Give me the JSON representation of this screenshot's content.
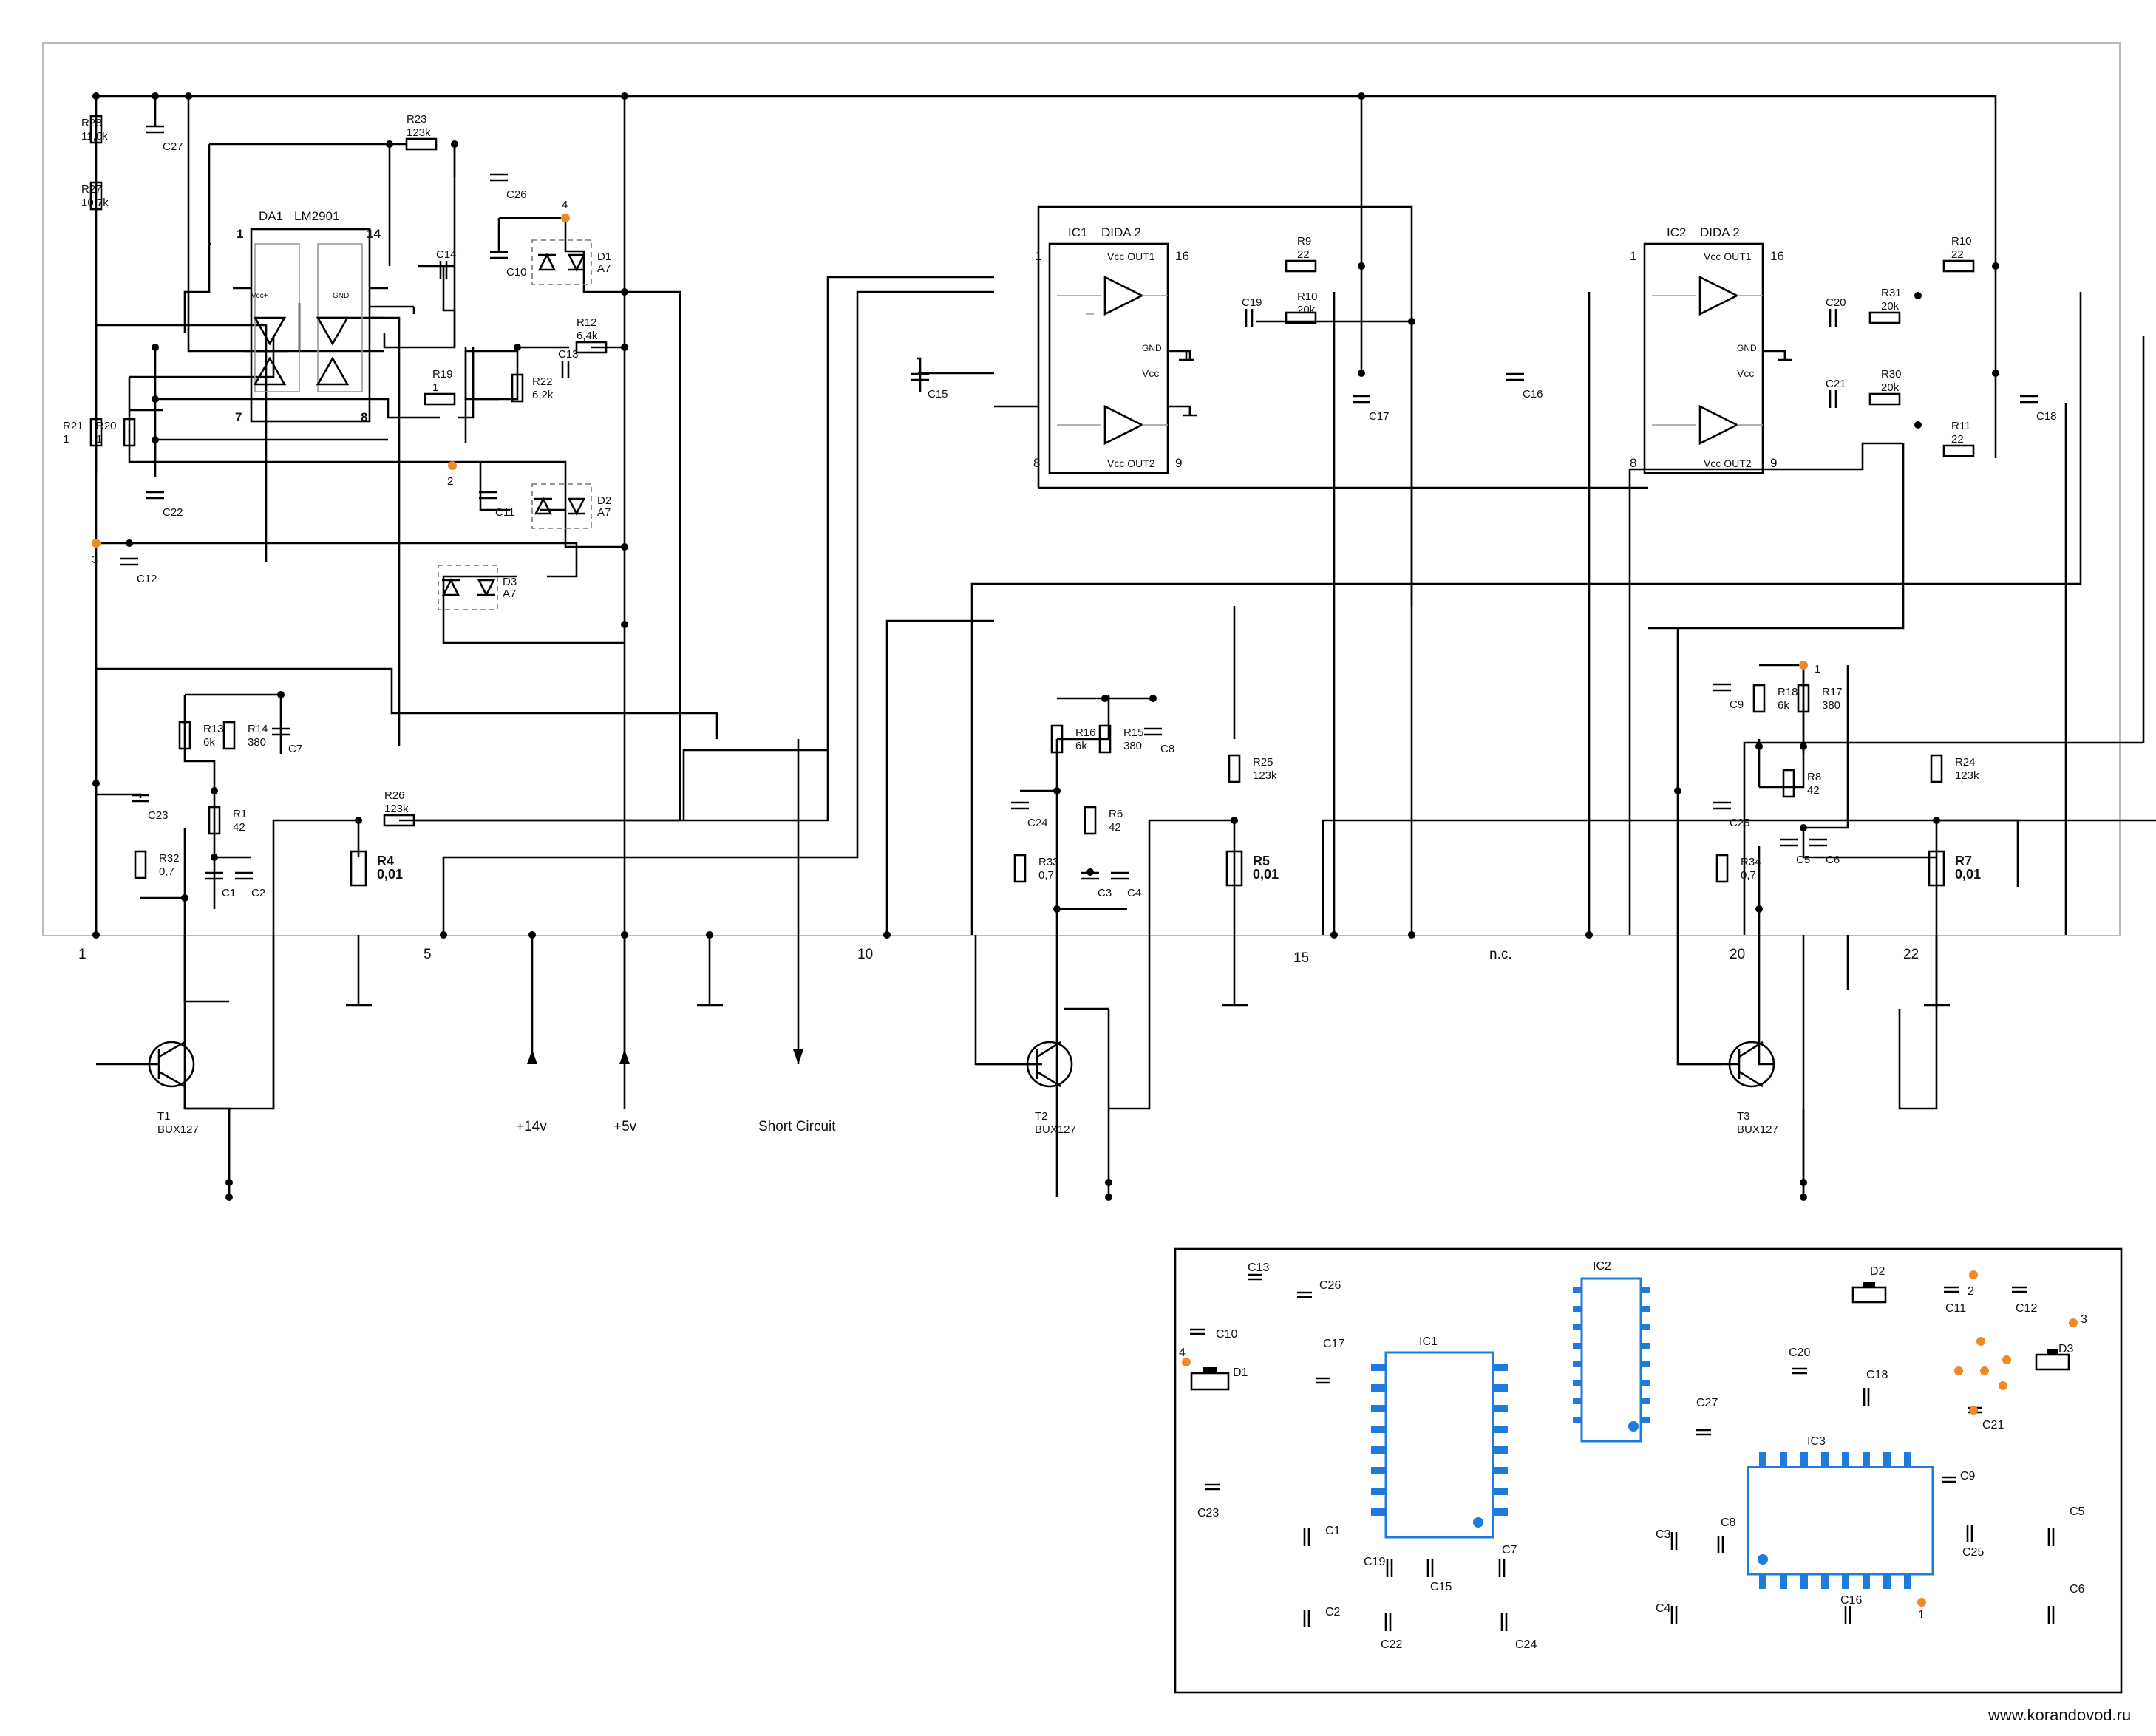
{
  "schematic": {
    "ics": [
      {
        "ref": "DA1",
        "part": "LM2901",
        "pins": [
          "1",
          "14",
          "7",
          "8"
        ],
        "inner": [
          "Vcc+",
          "GND"
        ]
      },
      {
        "ref": "IC1",
        "part": "DIDA 2",
        "pins": [
          "1",
          "16",
          "8",
          "9"
        ],
        "inner": [
          "Vcc OUT1",
          "GND",
          "Vcc",
          "Vcc OUT2"
        ]
      },
      {
        "ref": "IC2",
        "part": "DIDA 2",
        "pins": [
          "1",
          "16",
          "8",
          "9"
        ],
        "inner": [
          "Vcc OUT1",
          "GND",
          "Vcc",
          "Vcc OUT2"
        ]
      }
    ],
    "resistors": [
      {
        "ref": "R28",
        "value": "11,6k"
      },
      {
        "ref": "R27",
        "value": "10,7k"
      },
      {
        "ref": "R23",
        "value": "123k"
      },
      {
        "ref": "R12",
        "value": "6,4k"
      },
      {
        "ref": "R22",
        "value": "6,2k"
      },
      {
        "ref": "R19",
        "value": "1"
      },
      {
        "ref": "R21",
        "value": "1"
      },
      {
        "ref": "R20",
        "value": "1"
      },
      {
        "ref": "R13",
        "value": "6k"
      },
      {
        "ref": "R14",
        "value": "380"
      },
      {
        "ref": "R1",
        "value": "42"
      },
      {
        "ref": "R32",
        "value": "0,7"
      },
      {
        "ref": "R26",
        "value": "123k"
      },
      {
        "ref": "R4",
        "value": "0,01"
      },
      {
        "ref": "R9",
        "value": "22"
      },
      {
        "ref": "R10",
        "value": "20k"
      },
      {
        "ref": "R16",
        "value": "6k"
      },
      {
        "ref": "R15",
        "value": "380"
      },
      {
        "ref": "R6",
        "value": "42"
      },
      {
        "ref": "R33",
        "value": "0,7"
      },
      {
        "ref": "R25",
        "value": "123k"
      },
      {
        "ref": "R5",
        "value": "0,01"
      },
      {
        "ref": "R10",
        "value": "22"
      },
      {
        "ref": "R31",
        "value": "20k"
      },
      {
        "ref": "R30",
        "value": "20k"
      },
      {
        "ref": "R11",
        "value": "22"
      },
      {
        "ref": "R18",
        "value": "6k"
      },
      {
        "ref": "R17",
        "value": "380"
      },
      {
        "ref": "R8",
        "value": "42"
      },
      {
        "ref": "R34",
        "value": "0,7"
      },
      {
        "ref": "R24",
        "value": "123k"
      },
      {
        "ref": "R7",
        "value": "0,01"
      }
    ],
    "capacitors": [
      "C27",
      "C26",
      "C14",
      "C10",
      "C13",
      "C11",
      "C22",
      "C12",
      "C7",
      "C23",
      "C1",
      "C2",
      "C19",
      "C15",
      "C17",
      "C24",
      "C8",
      "C3",
      "C4",
      "C20",
      "C16",
      "C21",
      "C18",
      "C9",
      "C25",
      "C5",
      "C6"
    ],
    "diodes": [
      {
        "ref": "D1",
        "part": "A7"
      },
      {
        "ref": "D2",
        "part": "A7"
      },
      {
        "ref": "D3",
        "part": "A7"
      }
    ],
    "transistors": [
      {
        "ref": "T1",
        "part": "BUX127"
      },
      {
        "ref": "T2",
        "part": "BUX127"
      },
      {
        "ref": "T3",
        "part": "BUX127"
      }
    ],
    "test_points": [
      "1",
      "2",
      "3",
      "4"
    ],
    "connector_pins": [
      "1",
      "5",
      "10",
      "15",
      "n.c.",
      "20",
      "22"
    ],
    "supplies": [
      "+14v",
      "+5v",
      "Short Circuit"
    ]
  },
  "layout_view": {
    "ic_labels": [
      "IC1",
      "IC2",
      "IC3"
    ],
    "diode_labels": [
      "D1",
      "D2",
      "D3"
    ],
    "cap_labels": [
      "C13",
      "C26",
      "C10",
      "C17",
      "C23",
      "C1",
      "C2",
      "C19",
      "C15",
      "C22",
      "C7",
      "C24",
      "C27",
      "C3",
      "C8",
      "C4",
      "C20",
      "C18",
      "C11",
      "C12",
      "C21",
      "C9",
      "C16",
      "C25",
      "C5",
      "C6"
    ],
    "point_labels": [
      "4",
      "2",
      "3",
      "1"
    ]
  },
  "footer": {
    "site": "www.korandovod.ru"
  },
  "colors": {
    "wire": "#000000",
    "frame": "#bbbbbb",
    "pad_blue": "#1e7bdc",
    "test_point": "#f08a24"
  }
}
